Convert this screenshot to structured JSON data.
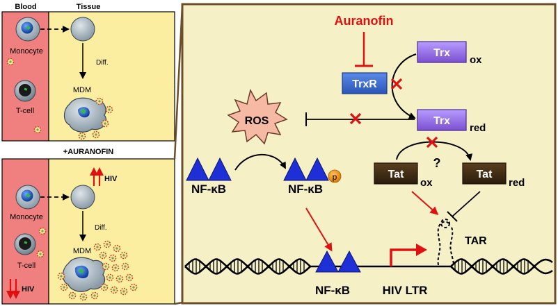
{
  "top_panel": {
    "blood_label": "Blood",
    "tissue_label": "Tissue",
    "monocyte_label": "Monocyte",
    "tcell_label": "T-cell",
    "diff_label": "Diff.",
    "mdm_label": "MDM"
  },
  "bottom_panel": {
    "title": "+AURANOFIN",
    "monocyte_label": "Monocyte",
    "tcell_label": "T-cell",
    "diff_label": "Diff.",
    "mdm_label": "MDM",
    "hiv_up_label": "HIV",
    "hiv_down_label": "HIV"
  },
  "mechanism": {
    "auranofin_label": "Auranofin",
    "trxr_label": "TrxR",
    "trx_label_1": "Trx",
    "trx_label_1_sub": "ox",
    "trx_label_2": "Trx",
    "trx_label_2_sub": "red",
    "ros_label": "ROS",
    "question_mark": "?",
    "tat_label_1": "Tat",
    "tat_label_1_sub": "ox",
    "tat_label_2": "Tat",
    "tat_label_2_sub": "red",
    "nfkb_label_1": "NF-κB",
    "nfkb_label_2": "NF-κB",
    "phospho_label": "p",
    "tar_label": "TAR",
    "nfkb_label_3": "NF-κB",
    "hiv_ltr_label": "HIV LTR"
  },
  "colors": {
    "blood_bg": "#f08080",
    "tissue_bg": "#fbeea0",
    "main_bg": "#f6f0c6",
    "main_border": "#6b4f2a",
    "trx_purple": "#9370db",
    "trxr_blue": "#3a66c8",
    "tat_brown": "#3b2a14",
    "nfkb_blue": "#1f2fd6",
    "inhibit_red": "#e01010"
  }
}
